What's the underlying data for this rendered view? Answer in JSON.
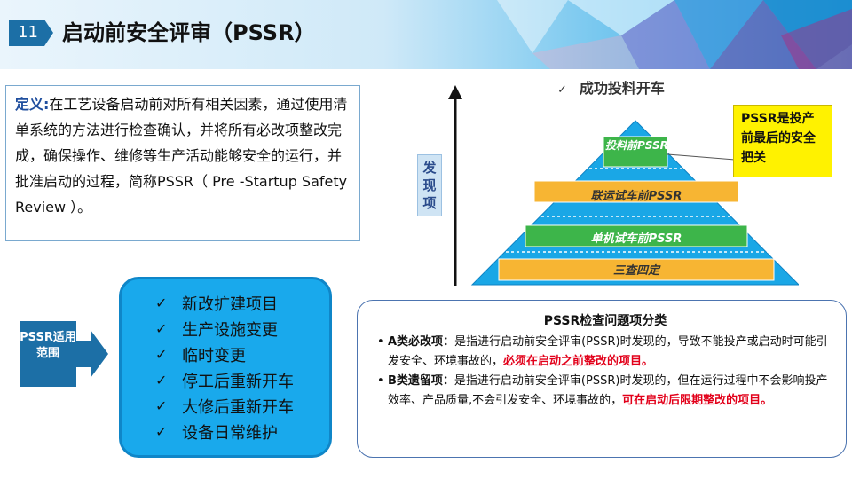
{
  "header": {
    "slide_number": "11",
    "title": "启动前安全评审（PSSR）"
  },
  "definition": {
    "label": "定义:",
    "text": "在工艺设备启动前对所有相关因素，通过使用清单系统的方法进行检查确认，并将所有必改项整改完成，确保操作、维修等生产活动能够安全的运行，并批准启动的过程，简称PSSR（ Pre -Startup Safety Review ）。"
  },
  "scope": {
    "label": "PSSR适用范围",
    "items": [
      "新改扩建项目",
      "生产设施变更",
      "临时变更",
      "停工后重新开车",
      "大修后重新开车",
      "设备日常维护"
    ]
  },
  "pyramid": {
    "axis_label": "发现项",
    "top_check": "✓",
    "top_label": "成功投料开车",
    "tiers": [
      "投料前PSSR",
      "联运试车前PSSR",
      "单机试车前PSSR",
      "三查四定"
    ],
    "callout": "PSSR是投产前最后的安全把关",
    "colors": {
      "pyramid": "#1aa7e6",
      "tier_green": "#3db54a",
      "tier_orange": "#f7b533",
      "callout": "#fff200"
    }
  },
  "classification": {
    "title": "PSSR检查问题项分类",
    "items": [
      {
        "term": "A类必改项：",
        "text": "是指进行启动前安全评审(PSSR)时发现的，导致不能投产或启动时可能引发安全、环境事故的，",
        "highlight": "必须在启动之前整改的项目。"
      },
      {
        "term": "B类遗留项：",
        "text": "是指进行启动前安全评审(PSSR)时发现的，但在运行过程中不会影响投产效率、产品质量,不会引发安全、环境事故的，",
        "highlight": "可在启动后限期整改的项目。"
      }
    ]
  }
}
